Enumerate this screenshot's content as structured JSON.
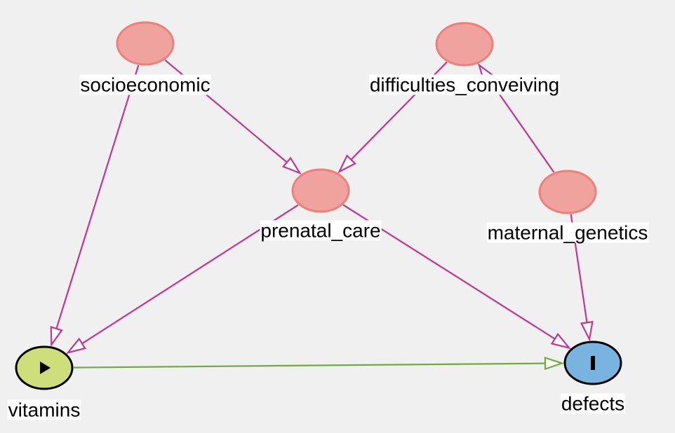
{
  "colors": {
    "background": "#f0f0f0",
    "ancestor_fill": "#f0a29e",
    "ancestor_stroke": "#ee7f79",
    "exposure_fill": "#cede7a",
    "outcome_fill": "#79b4e1",
    "node_border_dark": "#000000",
    "biasing_edge": "#c33592",
    "causal_edge": "#6fab3e",
    "label_background": "#ffffff"
  },
  "nodes": [
    {
      "id": "socioeconomic",
      "label": "socioeconomic",
      "role": "ancestor"
    },
    {
      "id": "difficulties_conveiving",
      "label": "difficulties_conveiving",
      "role": "ancestor"
    },
    {
      "id": "prenatal_care",
      "label": "prenatal_care",
      "role": "ancestor"
    },
    {
      "id": "maternal_genetics",
      "label": "maternal_genetics",
      "role": "ancestor"
    },
    {
      "id": "vitamins",
      "label": "vitamins",
      "role": "exposure",
      "icon": "play-icon"
    },
    {
      "id": "defects",
      "label": "defects",
      "role": "outcome",
      "icon": "bar-icon"
    }
  ],
  "edges": [
    {
      "from": "socioeconomic",
      "to": "prenatal_care",
      "type": "biasing"
    },
    {
      "from": "socioeconomic",
      "to": "vitamins",
      "type": "biasing"
    },
    {
      "from": "difficulties_conveiving",
      "to": "prenatal_care",
      "type": "biasing"
    },
    {
      "from": "maternal_genetics",
      "to": "difficulties_conveiving",
      "type": "biasing"
    },
    {
      "from": "maternal_genetics",
      "to": "defects",
      "type": "biasing"
    },
    {
      "from": "prenatal_care",
      "to": "vitamins",
      "type": "biasing"
    },
    {
      "from": "prenatal_care",
      "to": "defects",
      "type": "biasing"
    },
    {
      "from": "vitamins",
      "to": "defects",
      "type": "causal"
    }
  ]
}
